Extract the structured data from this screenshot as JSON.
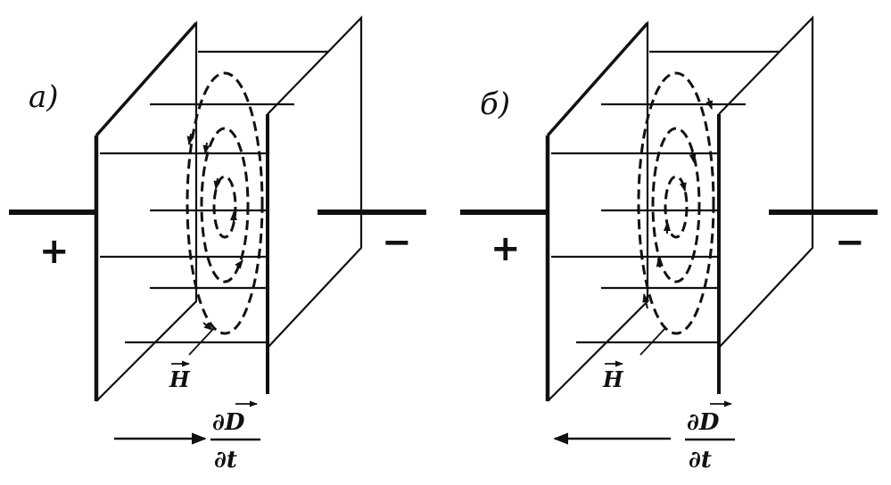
{
  "panels": [
    {
      "label": "а)",
      "plus": "+",
      "minus": "−",
      "h_label": "H",
      "d_numer": "∂D",
      "d_denom": "∂t",
      "d_direction": "right"
    },
    {
      "label": "б)",
      "plus": "+",
      "minus": "−",
      "h_label": "H",
      "d_numer": "∂D",
      "d_denom": "∂t",
      "d_direction": "left"
    }
  ]
}
